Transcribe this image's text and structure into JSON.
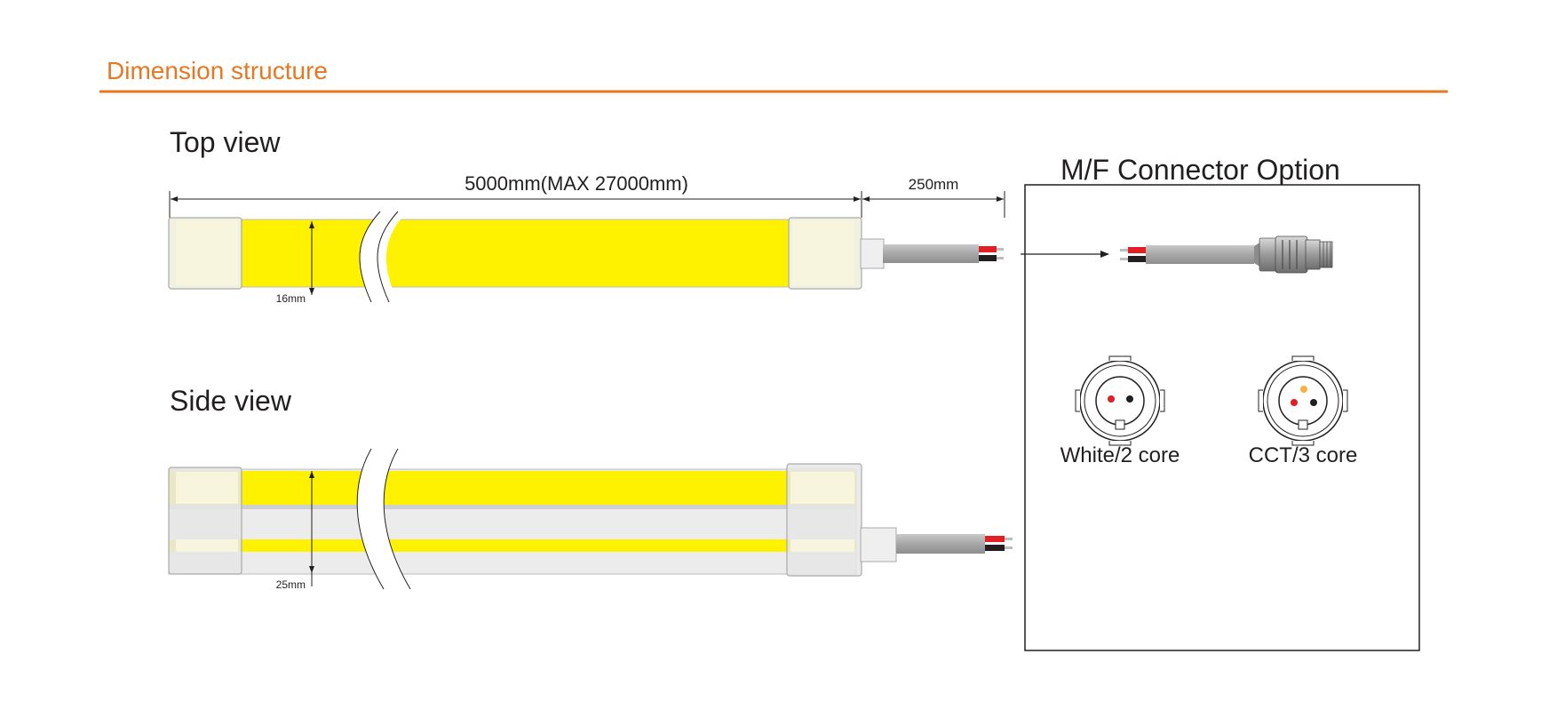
{
  "section_title": "Dimension structure",
  "accent_color": "#e87722",
  "strip_color": "#fff200",
  "top_view": {
    "label": "Top view",
    "length_label": "5000mm(MAX 27000mm)",
    "lead_length_label": "250mm",
    "width_label": "16mm"
  },
  "side_view": {
    "label": "Side view",
    "height_label": "25mm"
  },
  "connector_panel": {
    "title": "M/F Connector Option",
    "options": [
      {
        "label": "White/2 core",
        "pin_colors": [
          "#e31e24",
          "#231f20"
        ]
      },
      {
        "label": "CCT/3 core",
        "pin_colors": [
          "#fbb040",
          "#e31e24",
          "#231f20"
        ]
      }
    ]
  },
  "icons": [
    "dc-connector-icon",
    "connector-face-2-pin-icon",
    "connector-face-3-pin-icon",
    "arrow-right-icon"
  ]
}
